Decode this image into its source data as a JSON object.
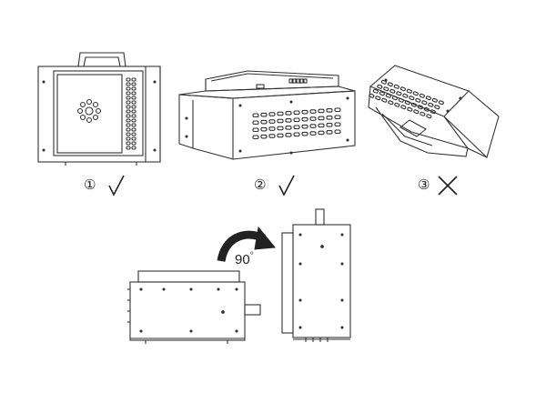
{
  "labels": [
    {
      "number": "①",
      "verdict": "check"
    },
    {
      "number": "②",
      "verdict": "check"
    },
    {
      "number": "③",
      "verdict": "cross"
    }
  ],
  "rotation": {
    "value": "90",
    "unit": "°"
  },
  "colors": {
    "line": "#333333",
    "arrow": "#222222"
  }
}
